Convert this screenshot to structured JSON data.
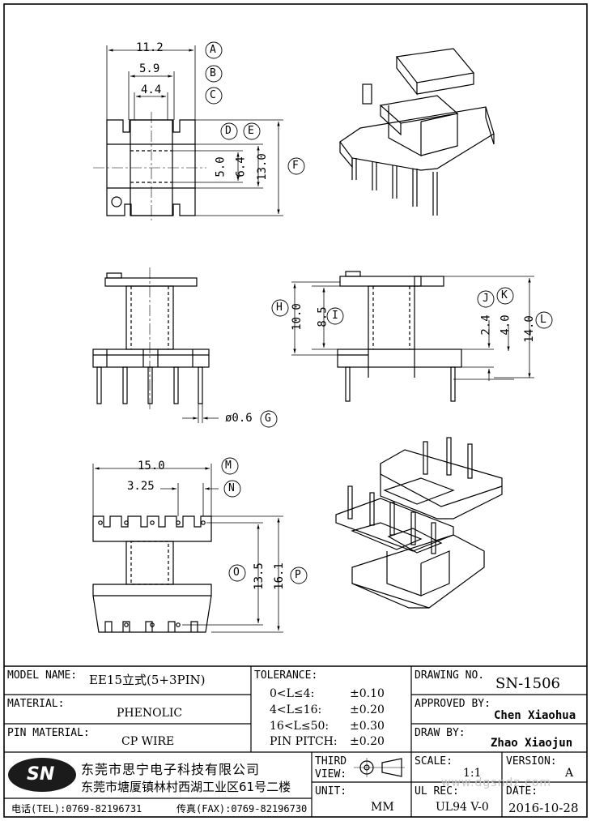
{
  "dims": {
    "a_value": "11.2",
    "b_value": "5.9",
    "c_value": "4.4",
    "d_value": "5.0",
    "e_value": "6.4",
    "f_value": "13.0",
    "g_value": "ø0.6",
    "h_value": "10.0",
    "i_value": "8.5",
    "j_value": "2.4",
    "k_value": "4.0",
    "l_value": "14.0",
    "m_value": "15.0",
    "n_value": "3.25",
    "o_value": "13.5",
    "p_value": "16.1"
  },
  "callouts": [
    "A",
    "B",
    "C",
    "D",
    "E",
    "F",
    "G",
    "H",
    "I",
    "J",
    "K",
    "L",
    "M",
    "N",
    "O",
    "P"
  ],
  "title_block": {
    "model_name_label": "MODEL NAME:",
    "model_name_value": "EE15立式(5+3PIN)",
    "material_label": "MATERIAL:",
    "material_value": "PHENOLIC",
    "pin_material_label": "PIN MATERIAL:",
    "pin_material_value": "CP WIRE",
    "tolerance_label": "TOLERANCE:",
    "tolerance_rows": [
      {
        "range": "0<L≤4:",
        "value": "±0.10"
      },
      {
        "range": "4<L≤16:",
        "value": "±0.20"
      },
      {
        "range": "16<L≤50:",
        "value": "±0.30"
      },
      {
        "range": "PIN PITCH:",
        "value": "±0.20"
      }
    ],
    "drawing_no_label": "DRAWING NO.",
    "drawing_no_value": "SN-1506",
    "approved_by_label": "APPROVED BY:",
    "approved_by_value": "Chen Xiaohua",
    "draw_by_label": "DRAW BY:",
    "draw_by_value": "Zhao Xiaojun",
    "company_logo": "SN",
    "company_name": "东莞市思宁电子科技有限公司",
    "company_address": "东莞市塘厦镇林村西湖工业区61号二楼",
    "tel": "电话(TEL):0769-82196731",
    "fax": "传真(FAX):0769-82196730",
    "third_view_label_1": "THIRD",
    "third_view_label_2": "VIEW:",
    "unit_label": "UNIT:",
    "unit_value": "MM",
    "scale_label": "SCALE:",
    "scale_value": "1:1",
    "version_label": "VERSION:",
    "version_value": "A",
    "ul_rec_label": "UL REC:",
    "ul_rec_value": "UL94 V-0",
    "date_label": "DATE:",
    "date_value": "2016-10-28",
    "watermark": "www.dgsndz.com"
  }
}
